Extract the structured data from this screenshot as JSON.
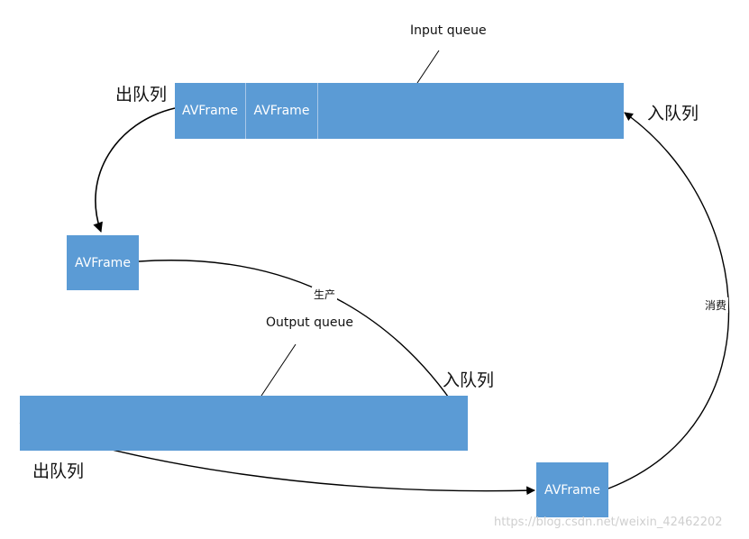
{
  "diagram": {
    "input_queue": {
      "label": "Input queue",
      "frames": [
        "AVFrame",
        "AVFrame"
      ],
      "dequeue_label": "出队列",
      "enqueue_label": "入队列"
    },
    "output_queue": {
      "label": "Output queue",
      "dequeue_label": "出队列",
      "enqueue_label": "入队列"
    },
    "produce_frame": {
      "label": "AVFrame"
    },
    "consume_frame": {
      "label": "AVFrame"
    },
    "edges": {
      "produce": "生产",
      "consume": "消费"
    },
    "watermark": "https://blog.csdn.net/weixin_42462202",
    "colors": {
      "box": "#5b9bd5",
      "line": "#000000"
    }
  }
}
